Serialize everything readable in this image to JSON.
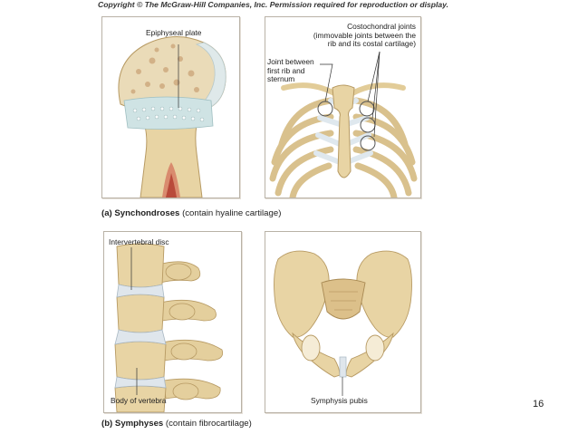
{
  "copyright": "Copyright © The McGraw-Hill Companies, Inc. Permission required for reproduction or display.",
  "panel_a": {
    "caption_letter": "(a)",
    "caption_term": "Synchondroses",
    "caption_detail": "(contain hyaline cartilage)",
    "label_epiphyseal": "Epiphyseal plate",
    "label_costochondral_line1": "Costochondral joints",
    "label_costochondral_line2": "(immovable joints between the",
    "label_costochondral_line3": "rib and its costal cartilage)",
    "label_first_rib_line1": "Joint between",
    "label_first_rib_line2": "first rib and",
    "label_first_rib_line3": "sternum"
  },
  "panel_b": {
    "caption_letter": "(b)",
    "caption_term": "Symphyses",
    "caption_detail": "(contain fibrocartilage)",
    "label_intervertebral": "Intervertebral disc",
    "label_body_vertebra": "Body of vertebra",
    "label_symphysis": "Symphysis pubis"
  },
  "page_number": "16",
  "colors": {
    "bone": "#e8d4a4",
    "bone_dark": "#c9ae78",
    "cartilage": "#cfe3e4",
    "marrow": "#d98b6e",
    "disc": "#dfe6ec",
    "frame": "#b9b2a6"
  }
}
